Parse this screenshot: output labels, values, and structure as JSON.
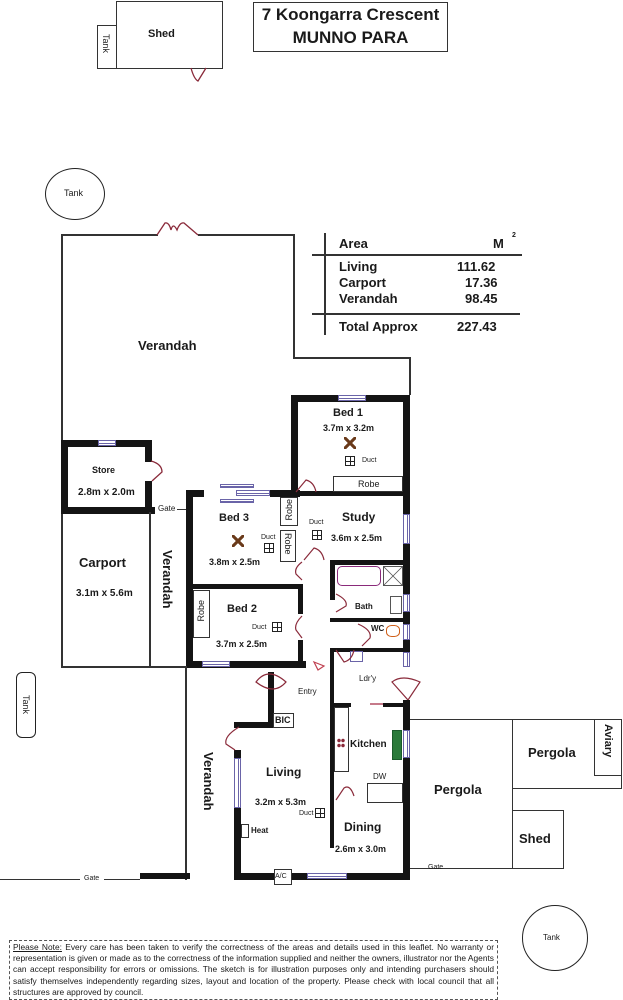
{
  "title": {
    "street": "7 Koongarra Crescent",
    "suburb": "MUNNO PARA"
  },
  "area_table": {
    "header_label": "Area",
    "header_unit": "M",
    "header_unit_sup": "2",
    "rows": [
      {
        "label": "Living",
        "value": "111.62"
      },
      {
        "label": "Carport",
        "value": "17.36"
      },
      {
        "label": "Verandah",
        "value": "98.45"
      }
    ],
    "total_label": "Total Approx",
    "total_value": "227.43"
  },
  "outbuildings": {
    "shed_top": "Shed",
    "tank_small": "Tank",
    "tank_top_left": "Tank",
    "tank_left": "Tank",
    "tank_bottom_right": "Tank",
    "pergola_main": "Pergola",
    "pergola_right": "Pergola",
    "aviary": "Aviary",
    "shed_bottom": "Shed"
  },
  "rooms": {
    "verandah_top": "Verandah",
    "verandah_side": "Verandah",
    "verandah_left": "Verandah",
    "store": {
      "name": "Store",
      "size": "2.8m x 2.0m"
    },
    "carport": {
      "name": "Carport",
      "size": "3.1m  x 5.6m"
    },
    "bed1": {
      "name": "Bed 1",
      "size": "3.7m x 3.2m"
    },
    "bed2": {
      "name": "Bed 2",
      "size": "3.7m x 2.5m"
    },
    "bed3": {
      "name": "Bed 3",
      "size": "3.8m x 2.5m"
    },
    "study": {
      "name": "Study",
      "size": "3.6m x 2.5m"
    },
    "living": {
      "name": "Living",
      "size": "3.2m x 5.3m"
    },
    "dining": {
      "name": "Dining",
      "size": "2.6m x 3.0m"
    },
    "kitchen": "Kitchen",
    "bath": "Bath",
    "wc": "WC",
    "laundry": "Ldr'y",
    "entry": "Entry",
    "bic": "BIC",
    "heat": "Heat",
    "ac": "A/C",
    "dw": "DW",
    "robe": "Robe",
    "duct": "Duct",
    "gate": "Gate"
  },
  "disclaimer": {
    "lead": "Please Note:",
    "text": "  Every care has been taken to verify the correctness of the areas and details used in this leaflet. No warranty or representation is given or made as to the correctness of the information supplied and neither the owners, illustrator nor the Agents can accept responsibility for errors or omissions. The sketch is for illustration purposes only and intending purchasers should satisfy themselves independently regarding sizes, layout and location of the property. Please check with local council that all structures are approved by council."
  }
}
